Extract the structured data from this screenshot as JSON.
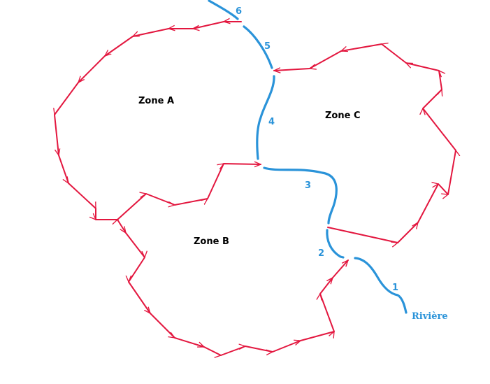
{
  "zones": [
    {
      "id": "a",
      "label": "Zone A"
    },
    {
      "id": "b",
      "label": "Zone B"
    },
    {
      "id": "c",
      "label": "Zone C"
    }
  ],
  "river": {
    "label": "Rivière",
    "segments": [
      "1",
      "2",
      "3",
      "4",
      "5",
      "6"
    ]
  },
  "colors": {
    "boundary": "#e3173f",
    "river": "#2a93d9",
    "background": "#ffffff",
    "text": "#000000"
  }
}
